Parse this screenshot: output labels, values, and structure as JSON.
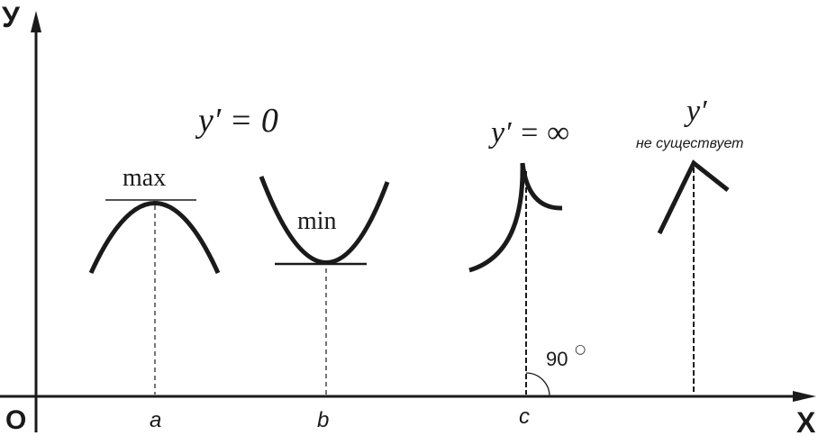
{
  "axes": {
    "y_label": "У",
    "x_label": "Х",
    "origin_label": "O"
  },
  "points": {
    "a": "a",
    "b": "b",
    "c": "c"
  },
  "labels": {
    "max": "max",
    "min": "min",
    "deriv_zero": "y′ = 0",
    "deriv_inf": "y′ = ∞",
    "deriv_prime": "y′",
    "not_exists": "не существует",
    "angle": "90",
    "degree_symbol": "○"
  },
  "colors": {
    "ink": "#1a1a1a",
    "background": "#ffffff"
  }
}
